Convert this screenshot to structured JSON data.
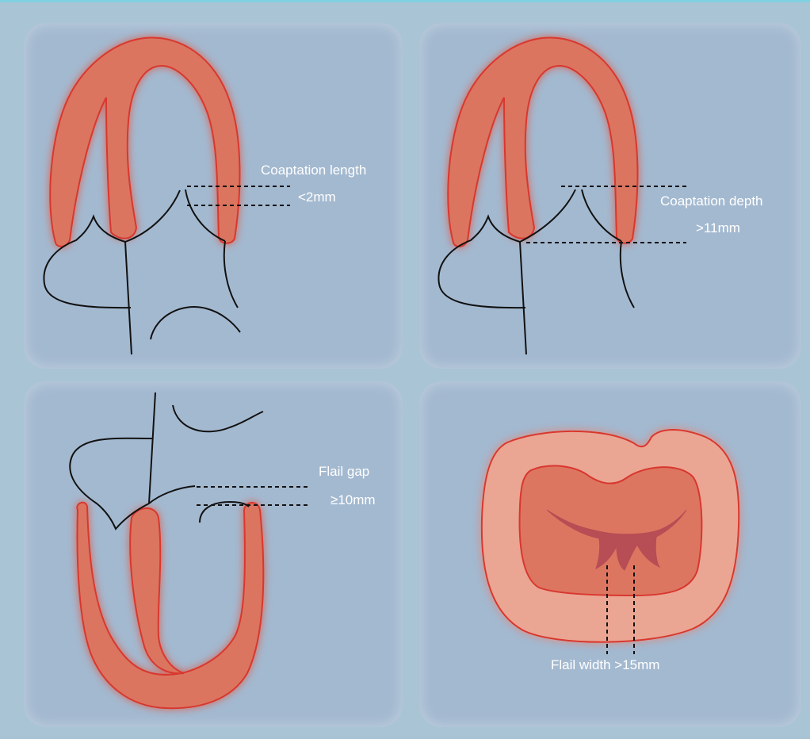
{
  "panels": {
    "top_left": {
      "measure": "Coaptation length",
      "threshold": "<2mm"
    },
    "top_right": {
      "measure": "Coaptation depth",
      "threshold": ">11mm"
    },
    "bottom_left": {
      "measure": "Flail gap",
      "threshold": "≥10mm"
    },
    "bottom_right": {
      "measure": "Flail width >15mm"
    }
  },
  "colors": {
    "background": "#a9c4d4",
    "panel": "#a3b9d0",
    "myocardium": "#db7460",
    "myocardium_outline": "#d8372f",
    "annulus_outer": "#eba593",
    "leaflet": "#b74d55",
    "label_text": "#ffffff"
  }
}
